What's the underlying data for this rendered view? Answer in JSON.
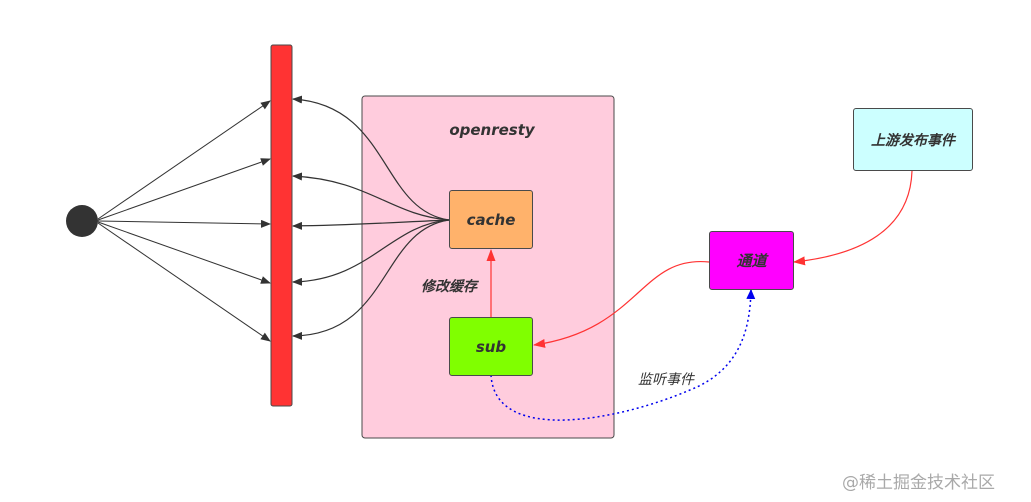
{
  "diagram": {
    "container_title": "openresty",
    "cache_label": "cache",
    "sub_label": "sub",
    "modify_cache_label": "修改缓存",
    "channel_label": "通道",
    "upstream_label": "上游发布事件",
    "listen_label": "监听事件",
    "watermark": "@稀土掘金技术社区",
    "colors": {
      "container": "#ffccdd",
      "cache": "#ffb26b",
      "sub": "#80ff00",
      "channel": "#ff00ff",
      "upstream": "#ccffff",
      "bar": "#ff3333",
      "red_edge": "#ff3333",
      "blue_edge": "#0000ee"
    }
  }
}
